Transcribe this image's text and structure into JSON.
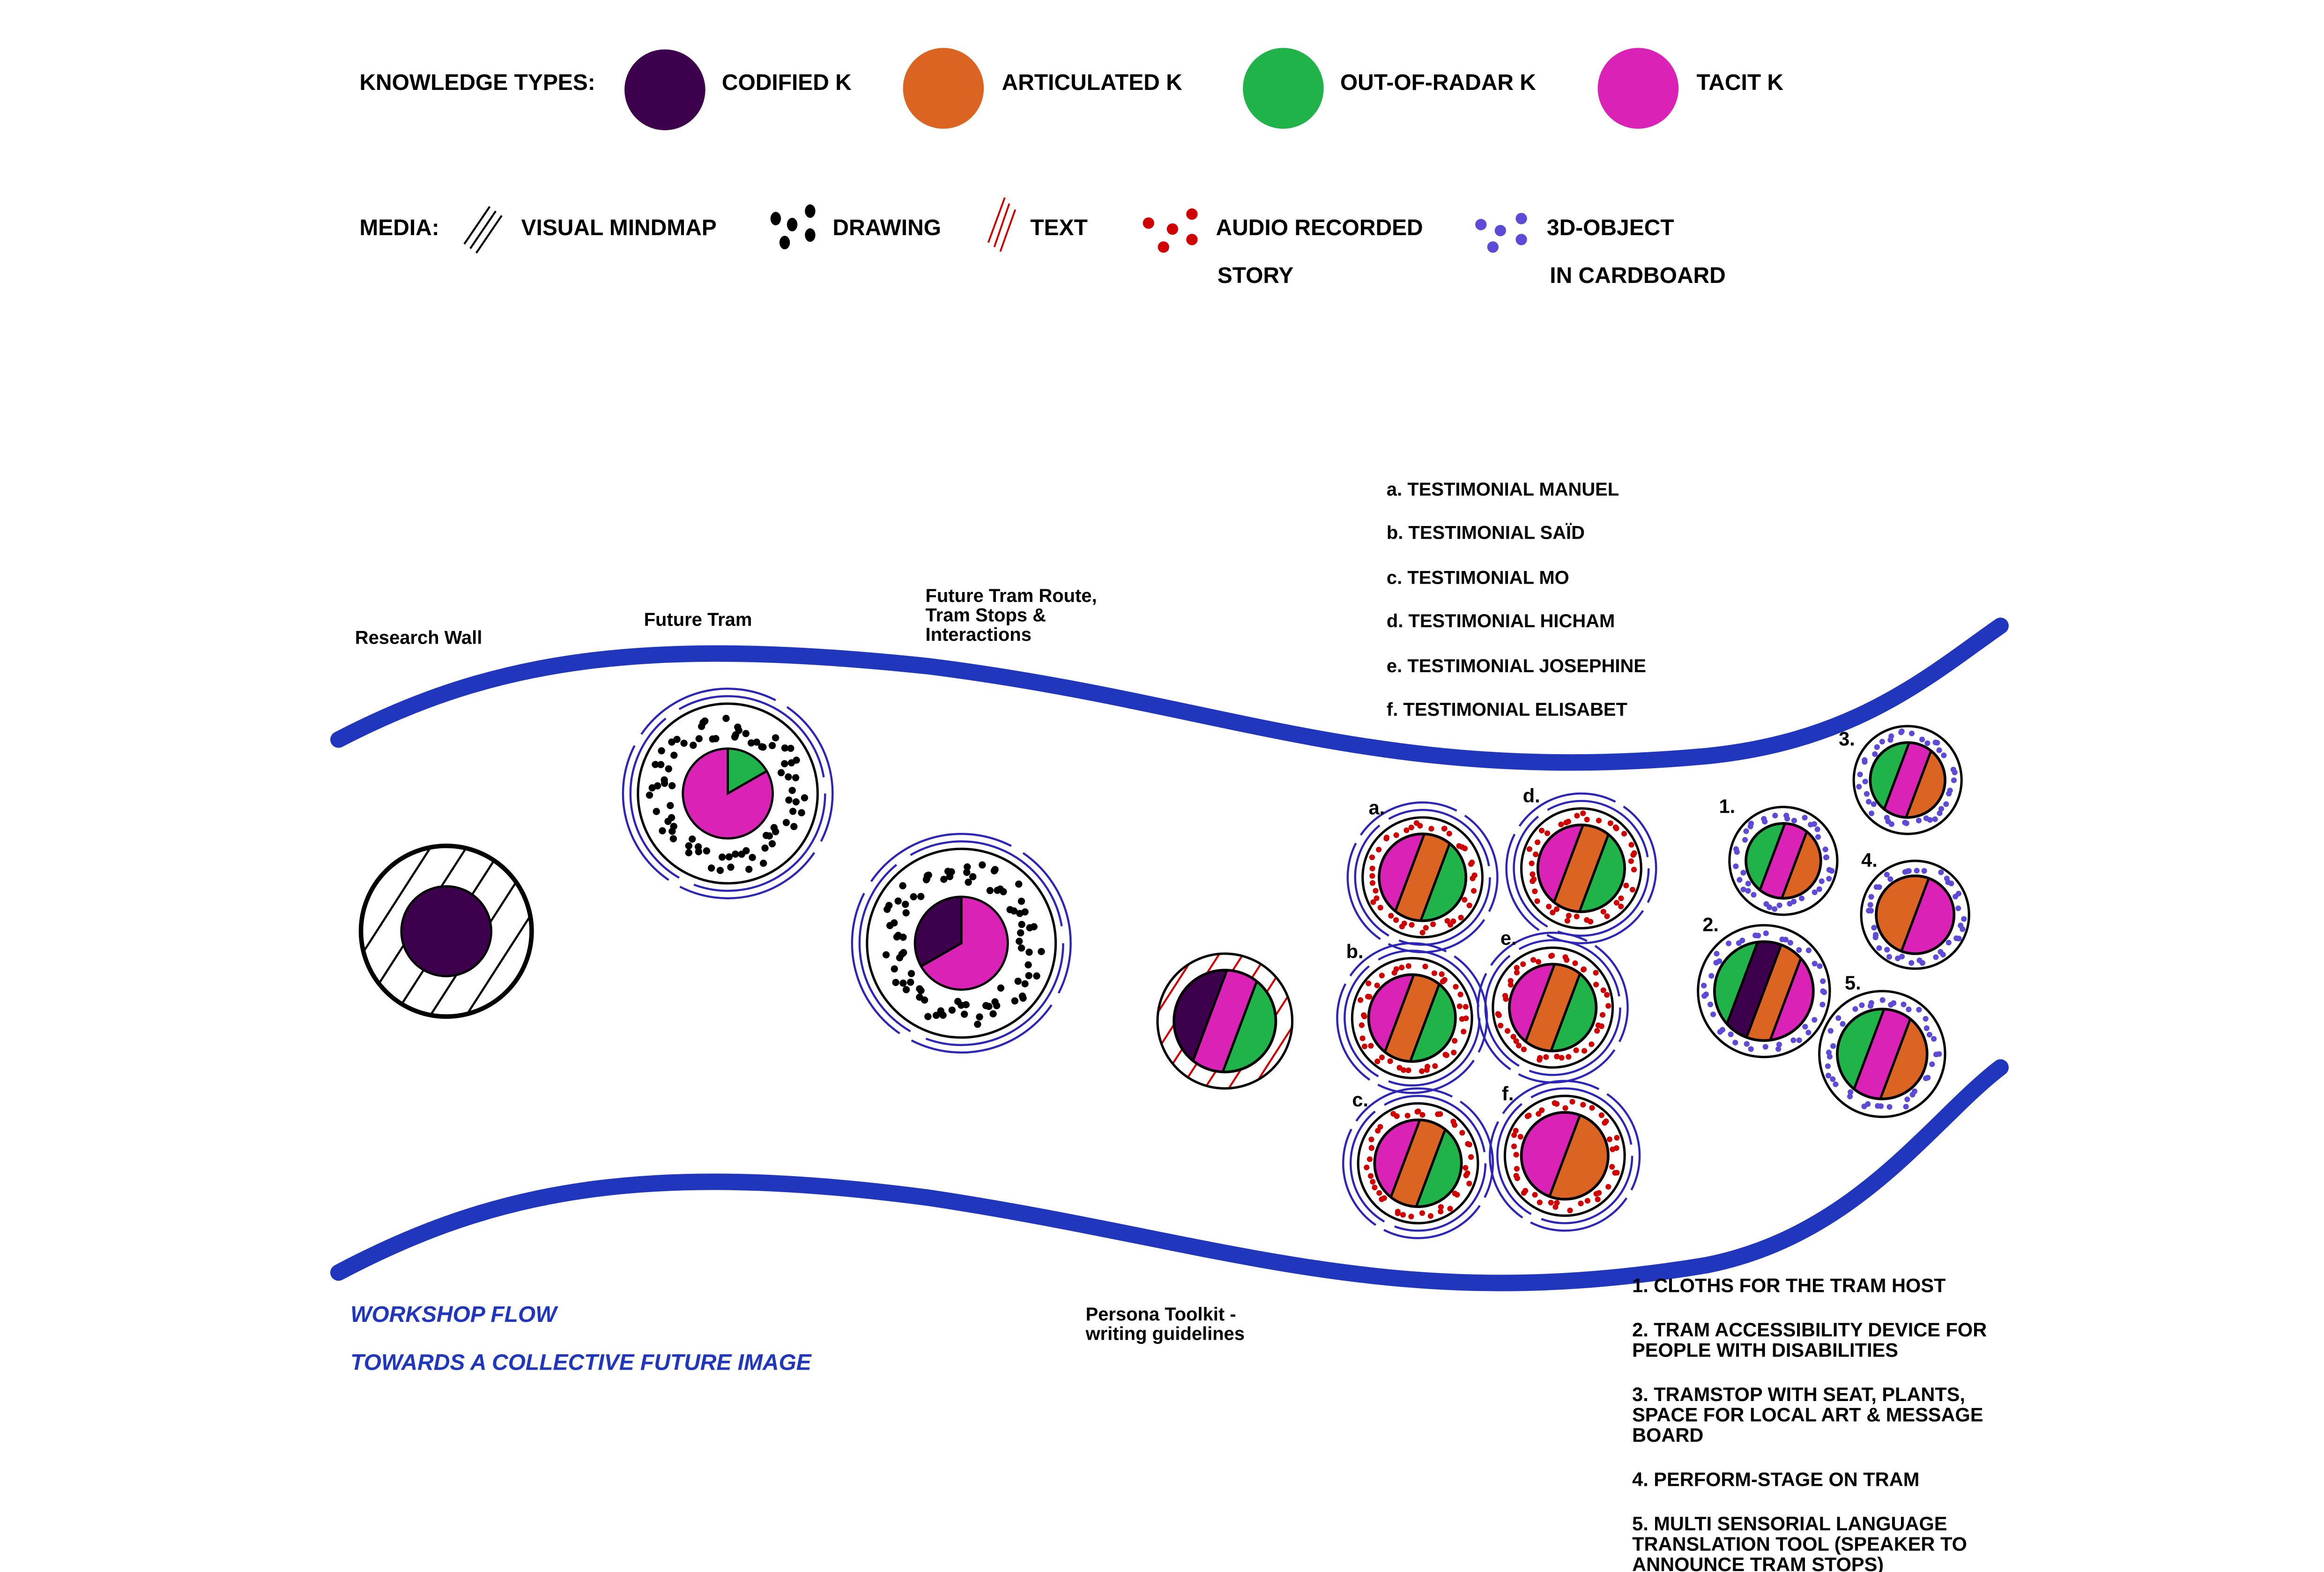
{
  "colors": {
    "codified": "#3d004d",
    "articulated": "#db6422",
    "out_of_radar": "#20b34a",
    "tacit": "#db22b7",
    "flow": "#1f36bd",
    "text_media": "#d10000",
    "audio_media": "#d10000",
    "object_media": "#5b4bd6",
    "ring_blue": "#2c25b8",
    "outline": "#000000"
  },
  "legend": {
    "knowledge_title": "KNOWLEDGE TYPES:",
    "knowledge_types": [
      {
        "key": "codified",
        "label": "CODIFIED K"
      },
      {
        "key": "articulated",
        "label": "ARTICULATED K"
      },
      {
        "key": "out_of_radar",
        "label": "OUT-OF-RADAR K"
      },
      {
        "key": "tacit",
        "label": "TACIT K"
      }
    ],
    "media_title": "MEDIA:",
    "media": [
      {
        "key": "visual_mindmap",
        "icon": "hatch-lines-icon",
        "label": "VISUAL MINDMAP",
        "label2": ""
      },
      {
        "key": "drawing",
        "icon": "black-dots-icon",
        "label": "DRAWING",
        "label2": ""
      },
      {
        "key": "text",
        "icon": "red-lines-icon",
        "label": "TEXT",
        "label2": ""
      },
      {
        "key": "audio",
        "icon": "red-dots-icon",
        "label": "AUDIO RECORDED",
        "label2": "STORY"
      },
      {
        "key": "object",
        "icon": "purple-dots-icon",
        "label": "3D-OBJECT",
        "label2": "IN CARDBOARD"
      }
    ]
  },
  "stages": {
    "research_wall": "Research Wall",
    "future_tram": "Future Tram",
    "route_lines": [
      "Future Tram Route,",
      "Tram Stops &",
      "Interactions"
    ],
    "persona_lines": [
      "Persona Toolkit -",
      "writing guidelines"
    ]
  },
  "testimonials": [
    {
      "id": "a",
      "letter": "a.",
      "label": "a. TESTIMONIAL MANUEL",
      "stripes": [
        "tacit",
        "articulated",
        "out_of_radar"
      ]
    },
    {
      "id": "b",
      "letter": "b.",
      "label": "b. TESTIMONIAL SAÏD",
      "stripes": [
        "tacit",
        "articulated",
        "out_of_radar"
      ]
    },
    {
      "id": "c",
      "letter": "c.",
      "label": "c. TESTIMONIAL MO",
      "stripes": [
        "tacit",
        "articulated",
        "out_of_radar"
      ]
    },
    {
      "id": "d",
      "letter": "d.",
      "label": "d. TESTIMONIAL HICHAM",
      "stripes": [
        "tacit",
        "articulated",
        "out_of_radar"
      ]
    },
    {
      "id": "e",
      "letter": "e.",
      "label": "e. TESTIMONIAL JOSEPHINE",
      "stripes": [
        "tacit",
        "articulated",
        "out_of_radar"
      ]
    },
    {
      "id": "f",
      "letter": "f.",
      "label": "f. TESTIMONIAL ELISABET",
      "stripes": [
        "tacit",
        "articulated"
      ]
    }
  ],
  "objects": [
    {
      "id": "1",
      "number": "1.",
      "lines": [
        "1. CLOTHS FOR THE TRAM HOST"
      ],
      "stripes": [
        "out_of_radar",
        "tacit",
        "articulated"
      ]
    },
    {
      "id": "2",
      "number": "2.",
      "lines": [
        "2. TRAM ACCESSIBILITY DEVICE FOR",
        "PEOPLE WITH DISABILITIES"
      ],
      "stripes": [
        "out_of_radar",
        "codified",
        "articulated",
        "tacit"
      ]
    },
    {
      "id": "3",
      "number": "3.",
      "lines": [
        "3. TRAMSTOP WITH SEAT, PLANTS,",
        "SPACE FOR LOCAL ART & MESSAGE",
        "BOARD"
      ],
      "stripes": [
        "out_of_radar",
        "tacit",
        "articulated"
      ]
    },
    {
      "id": "4",
      "number": "4.",
      "lines": [
        "4. PERFORM-STAGE ON TRAM"
      ],
      "stripes": [
        "articulated",
        "tacit"
      ]
    },
    {
      "id": "5",
      "number": "5.",
      "lines": [
        "5. MULTI SENSORIAL LANGUAGE",
        "TRANSLATION TOOL (SPEAKER TO",
        "ANNOUNCE TRAM STOPS)"
      ],
      "stripes": [
        "out_of_radar",
        "tacit",
        "articulated"
      ]
    }
  ],
  "stage_circles": {
    "research_wall": {
      "media": "visual_mindmap",
      "core": "codified"
    },
    "future_tram": {
      "media": "drawing",
      "pie": [
        {
          "key": "out_of_radar",
          "fraction": 0.167
        },
        {
          "key": "tacit",
          "fraction": 0.833
        }
      ]
    },
    "route": {
      "media": "drawing",
      "pie": [
        {
          "key": "codified",
          "fraction": 0.333
        },
        {
          "key": "tacit",
          "fraction": 0.667
        }
      ]
    },
    "persona": {
      "media": "text",
      "stripes": [
        "codified",
        "tacit",
        "out_of_radar"
      ]
    }
  },
  "footer": {
    "title": "WORKSHOP FLOW",
    "subtitle": "TOWARDS A COLLECTIVE FUTURE IMAGE"
  }
}
